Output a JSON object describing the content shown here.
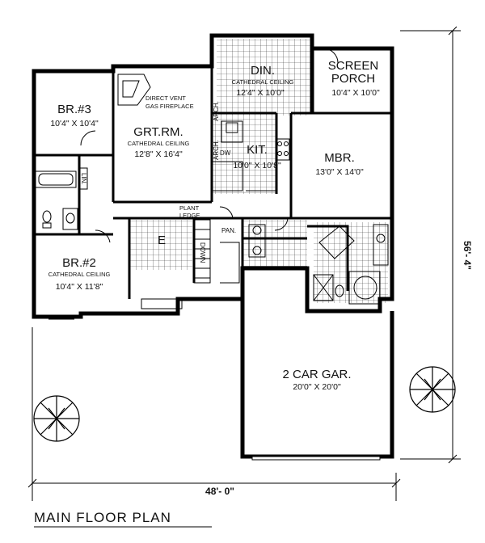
{
  "plan": {
    "title": "MAIN FLOOR PLAN",
    "overall_width": "48'- 0\"",
    "overall_depth": "56'- 4\"",
    "rooms": {
      "br3": {
        "name": "BR.#3",
        "size": "10'4\" X 10'4\""
      },
      "grtrm": {
        "name": "GRT.RM.",
        "note": "CATHEDRAL CEILING",
        "size": "12'8\" X 16'4\""
      },
      "din": {
        "name": "DIN.",
        "note": "CATHEDRAL CEILING",
        "size": "12'4\" X 10'0\""
      },
      "porch": {
        "name1": "SCREEN",
        "name2": "PORCH",
        "size": "10'4\" X 10'0\""
      },
      "kit": {
        "name": "KIT.",
        "size": "10'0\" X 10'8\""
      },
      "mbr": {
        "name": "MBR.",
        "size": "13'0\" X 14'0\""
      },
      "br2": {
        "name": "BR.#2",
        "note": "CATHEDRAL CEILING",
        "size": "10'4\" X 11'8\""
      },
      "garage": {
        "name": "2 CAR GAR.",
        "size": "20'0\" X 20'0\""
      },
      "entry": {
        "name": "E"
      }
    },
    "labels": {
      "fireplace1": "DIRECT VENT",
      "fireplace2": "GAS FIREPLACE",
      "plant1": "PLANT",
      "plant2": "LEDGE",
      "pan": "PAN.",
      "down": "DOWN",
      "lin": "LIN.",
      "dw": "DW",
      "arch1": "ARCH.",
      "arch2": "ARCH."
    }
  }
}
